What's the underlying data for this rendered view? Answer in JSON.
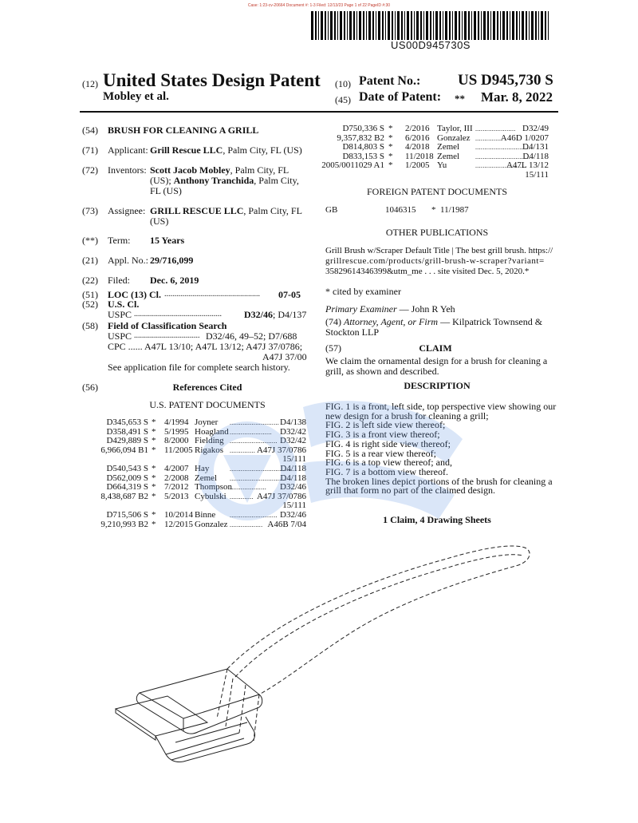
{
  "top_note": "Case: 1:23-cv-20664 Document #: 1-3 Filed: 12/13/23 Page 1 of 22 PageID #:30",
  "barcode_number": "US00D945730S",
  "header": {
    "num12": "(12)",
    "title": "United States Design Patent",
    "inventor_short": "Mobley et al.",
    "num10": "(10)",
    "patent_no_label": "Patent No.:",
    "patent_no": "US D945,730 S",
    "num45": "(45)",
    "date_label": "Date of Patent:",
    "date_stars": "**",
    "date": "Mar. 8, 2022"
  },
  "left": {
    "f54_num": "(54)",
    "f54": "BRUSH FOR CLEANING A GRILL",
    "f71_num": "(71)",
    "f71_label": "Applicant:",
    "f71_name": "Grill Rescue LLC",
    "f71_rest": ", Palm City, FL (US)",
    "f72_num": "(72)",
    "f72_label": "Inventors:",
    "f72_l1a": "Scott Jacob Mobley",
    "f72_l1b": ", Palm City, FL",
    "f72_l2a": "(US); ",
    "f72_l2b": "Anthony Tranchida",
    "f72_l2c": ", Palm City,",
    "f72_l3": "FL (US)",
    "f73_num": "(73)",
    "f73_label": "Assignee:",
    "f73_name": "GRILL RESCUE LLC",
    "f73_rest": ", Palm City, FL",
    "f73_l2": "(US)",
    "fss_num": "(**)",
    "fss_label": "Term:",
    "fss_val": "15 Years",
    "f21_num": "(21)",
    "f21_label": "Appl. No.:",
    "f21_val": "29/716,099",
    "f22_num": "(22)",
    "f22_label": "Filed:",
    "f22_val": "Dec. 6, 2019",
    "f51_num": "(51)",
    "f51_label": "LOC (13) Cl.",
    "f51_dots": "................................................",
    "f51_val": "07-05",
    "f52_num": "(52)",
    "f52_label": "U.S. Cl.",
    "f52_uspc": "USPC",
    "f52_dots": "............................................",
    "f52_val_b": "D32/46",
    "f52_val": "; D4/137",
    "f58_num": "(58)",
    "f58_label": "Field of Classification Search",
    "f58_uspc": "USPC",
    "f58_dots": ".................................",
    "f58_uspc_val": "D32/46, 49–52; D7/688",
    "f58_cpc": "CPC ......  A47L 13/10; A47L 13/12; A47J 37/0786;",
    "f58_cpc2": "A47J 37/00",
    "f58_see": "See application file for complete search history.",
    "f56_num": "(56)",
    "f56_label": "References Cited",
    "us_docs_title": "U.S. PATENT DOCUMENTS",
    "us_docs": [
      {
        "no": "D345,653 S",
        "star": "*",
        "date": "4/1994",
        "name": "Joyner",
        "dots": "...........................",
        "cls": "D4/138"
      },
      {
        "no": "D358,491 S",
        "star": "*",
        "date": "5/1995",
        "name": "Hoagland",
        "dots": ".......................",
        "cls": "D32/42"
      },
      {
        "no": "D429,889 S",
        "star": "*",
        "date": "8/2000",
        "name": "Fielding",
        "dots": "..........................",
        "cls": "D32/42"
      },
      {
        "no": "6,966,094 B1",
        "star": "*",
        "date": "11/2005",
        "name": "Rigakos",
        "dots": "..............",
        "cls": "A47J 37/0786"
      },
      {
        "no": "",
        "star": "",
        "date": "",
        "name": "",
        "dots": "",
        "cls": "15/111"
      },
      {
        "no": "D540,543 S",
        "star": "*",
        "date": "4/2007",
        "name": "Hay",
        "dots": "...................................",
        "cls": "D4/118"
      },
      {
        "no": "D562,009 S",
        "star": "*",
        "date": "2/2008",
        "name": "Zemel",
        "dots": "...............................",
        "cls": "D4/118"
      },
      {
        "no": "D664,319 S",
        "star": "*",
        "date": "7/2012",
        "name": "Thompson",
        "dots": "....................",
        "cls": "D32/46"
      },
      {
        "no": "8,438,687 B2",
        "star": "*",
        "date": "5/2013",
        "name": "Cybulski",
        "dots": ".............",
        "cls": "A47J 37/0786"
      },
      {
        "no": "",
        "star": "",
        "date": "",
        "name": "",
        "dots": "",
        "cls": "15/111"
      },
      {
        "no": "D715,506 S",
        "star": "*",
        "date": "10/2014",
        "name": "Binne",
        "dots": "..........................",
        "cls": "D32/46"
      },
      {
        "no": "9,210,993 B2",
        "star": "*",
        "date": "12/2015",
        "name": "Gonzalez",
        "dots": "..................",
        "cls": "A46B 7/04"
      }
    ]
  },
  "right": {
    "us_docs_cont": [
      {
        "no": "D750,336 S",
        "star": "*",
        "date": "2/2016",
        "name": "Taylor, III",
        "dots": "......................",
        "cls": "D32/49"
      },
      {
        "no": "9,357,832 B2",
        "star": "*",
        "date": "6/2016",
        "name": "Gonzalez",
        "dots": "..............",
        "cls": "A46D 1/0207"
      },
      {
        "no": "D814,803 S",
        "star": "*",
        "date": "4/2018",
        "name": "Zemel",
        "dots": "..............................",
        "cls": "D4/131"
      },
      {
        "no": "D833,153 S",
        "star": "*",
        "date": "11/2018",
        "name": "Zemel",
        "dots": "..............................",
        "cls": "D4/118"
      },
      {
        "no": "2005/0011029 A1",
        "star": "*",
        "date": "1/2005",
        "name": "Yu",
        "dots": "............................",
        "cls": "A47L 13/12"
      },
      {
        "no": "",
        "star": "",
        "date": "",
        "name": "",
        "dots": "",
        "cls": "15/111"
      }
    ],
    "foreign_title": "FOREIGN PATENT DOCUMENTS",
    "foreign_country": "GB",
    "foreign_no": "1046315",
    "foreign_star": "*",
    "foreign_date": "11/1987",
    "other_title": "OTHER PUBLICATIONS",
    "other_l1": "Grill Brush w/Scraper Default Title | The best grill brush. https://",
    "other_l2": "grillrescue.com/products/grill-brush-w-scraper?variant=",
    "other_l3": "35829614346399&utm_me . . . site visited Dec. 5, 2020.*",
    "cited": "* cited by examiner",
    "examiner_label": "Primary Examiner",
    "examiner": " — John R Yeh",
    "attorney_num": "(74)",
    "attorney_label": "Attorney, Agent, or Firm",
    "attorney": " — Kilpatrick Townsend &",
    "attorney_l2": "Stockton LLP",
    "claim_num": "(57)",
    "claim_title": "CLAIM",
    "claim_l1": "We claim the ornamental design for a brush for cleaning a",
    "claim_l2": "grill, as shown and described.",
    "desc_title": "DESCRIPTION",
    "desc_lines": [
      "FIG. 1 is a front, left side, top perspective view showing our",
      "new design for a brush for cleaning a grill;",
      "FIG. 2 is left side view thereof;",
      "FIG. 3 is a front view thereof;",
      "FIG. 4 is right side view thereof;",
      "FIG. 5 is a rear view thereof;",
      "FIG. 6 is a top view thereof; and,",
      "FIG. 7 is a bottom view thereof.",
      "The broken lines depict portions of the brush for cleaning a",
      "grill that form no part of the claimed design."
    ],
    "sheets": "1 Claim, 4 Drawing Sheets"
  }
}
